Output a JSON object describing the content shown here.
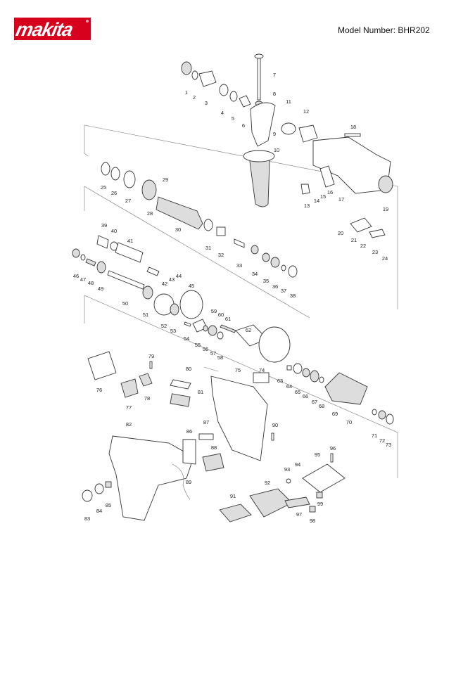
{
  "header": {
    "brand": "makita",
    "model_label": "Model Number: BHR202"
  },
  "diagram": {
    "part_numbers": [
      "1",
      "2",
      "3",
      "4",
      "5",
      "6",
      "7",
      "8",
      "9",
      "10",
      "11",
      "12",
      "13",
      "14",
      "15",
      "16",
      "17",
      "18",
      "19",
      "20",
      "21",
      "22",
      "23",
      "24",
      "25",
      "26",
      "27",
      "28",
      "29",
      "30",
      "31",
      "32",
      "33",
      "34",
      "35",
      "36",
      "37",
      "38",
      "39",
      "40",
      "41",
      "42",
      "43",
      "44",
      "45",
      "46",
      "47",
      "48",
      "49",
      "50",
      "51",
      "52",
      "53",
      "54",
      "55",
      "56",
      "57",
      "58",
      "59",
      "60",
      "61",
      "62",
      "63",
      "64",
      "65",
      "66",
      "67",
      "68",
      "69",
      "70",
      "71",
      "72",
      "73",
      "74",
      "75",
      "76",
      "77",
      "78",
      "79",
      "80",
      "81",
      "82",
      "83",
      "84",
      "85",
      "86",
      "87",
      "88",
      "89",
      "90",
      "91",
      "92",
      "93",
      "94",
      "95",
      "96",
      "97",
      "98",
      "99"
    ]
  }
}
